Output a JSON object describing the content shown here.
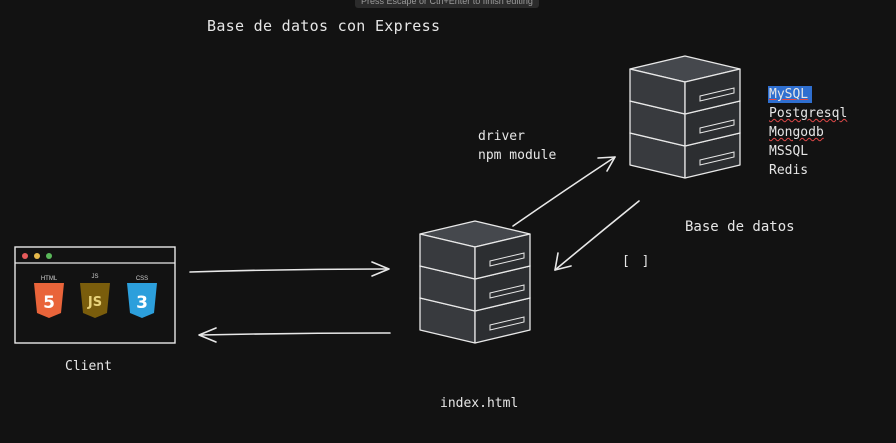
{
  "editor_hint": "Press Escape or Ctrl+Enter to finish editing",
  "title": "Base de datos con Express",
  "driver_label": {
    "line1": "driver",
    "line2": "npm module"
  },
  "database": {
    "caption": "Base de datos",
    "engines": [
      "MySQL",
      "Postgresql",
      "Mongodb",
      "MSSQL",
      "Redis"
    ],
    "selected_engine": "MySQL"
  },
  "server": {
    "caption": "index.html"
  },
  "client": {
    "caption": "Client",
    "badges": [
      {
        "tag": "HTML",
        "glyph": "5",
        "color": "#e9643a"
      },
      {
        "tag": "JS",
        "glyph": "JS",
        "color": "#7a5d0c"
      },
      {
        "tag": "CSS",
        "glyph": "3",
        "color": "#2c9fdc"
      }
    ],
    "window_dots": [
      "#e65a5a",
      "#e6b84a",
      "#5ab85a"
    ]
  },
  "brackets_label": "[ ]"
}
